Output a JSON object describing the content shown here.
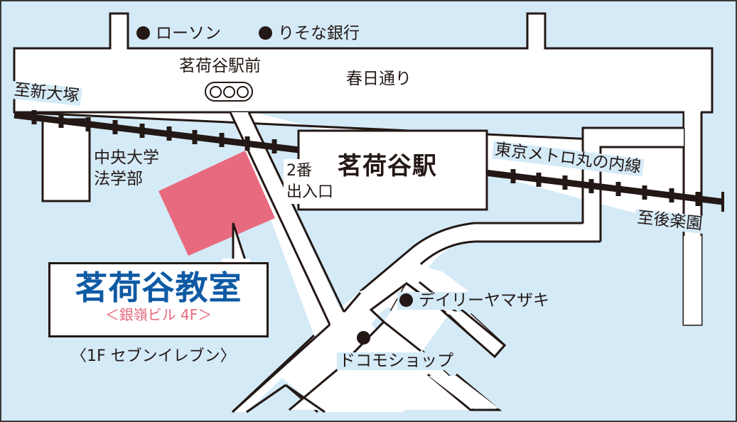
{
  "colors": {
    "background": "#d4eaf7",
    "road": "#ffffff",
    "outline": "#231815",
    "building_highlight": "#e86a7e",
    "title_blue": "#0f5aa5",
    "subtitle_pink": "#e5687c"
  },
  "landmarks": {
    "lawson": "ローソン",
    "resona": "りそな銀行",
    "daily_yamazaki": "デイリーヤマザキ",
    "docomo": "ドコモショップ"
  },
  "intersection": {
    "name": "茗荷谷駅前",
    "signal_icon": "traffic-signal-icon"
  },
  "streets": {
    "kasuga_dori": "春日通り"
  },
  "directions": {
    "to_shin_otsuka": "至新大塚",
    "to_korakuen": "至後楽園"
  },
  "railway": {
    "name": "東京メトロ丸の内線"
  },
  "station": {
    "name": "茗荷谷駅",
    "exit_line1": "2番",
    "exit_line2": "出入口"
  },
  "university": {
    "line1": "中央大学",
    "line2": "法学部"
  },
  "destination": {
    "title": "茗荷谷教室",
    "building": "＜銀嶺ビル 4F＞",
    "ground_floor": "〈1F セブンイレブン〉"
  }
}
